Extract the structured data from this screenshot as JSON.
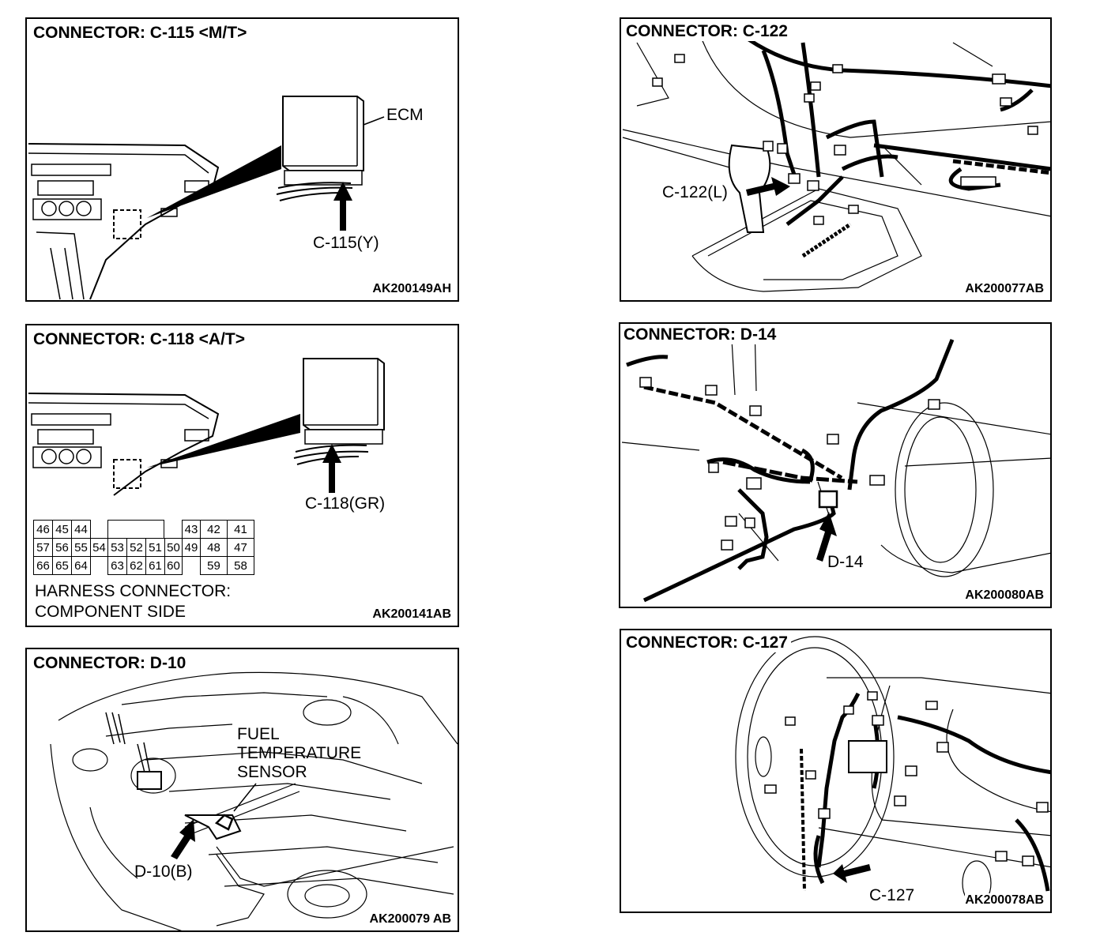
{
  "panels": {
    "c115": {
      "title": "CONNECTOR: C-115 <M/T>",
      "ecm_label": "ECM",
      "callout": "C-115(Y)",
      "code": "AK200149AH"
    },
    "c118": {
      "title": "CONNECTOR: C-118 <A/T>",
      "callout": "C-118(GR)",
      "harness_line1": "HARNESS CONNECTOR:",
      "harness_line2": "COMPONENT SIDE",
      "code": "AK200141AB",
      "pins_row1": [
        "46",
        "45",
        "44",
        "43",
        "42",
        "41"
      ],
      "pins_row2": [
        "57",
        "56",
        "55",
        "54",
        "53",
        "52",
        "51",
        "50",
        "49",
        "48",
        "47"
      ],
      "pins_row3": [
        "66",
        "65",
        "64",
        "63",
        "62",
        "61",
        "60",
        "59",
        "58"
      ]
    },
    "d10": {
      "title": "CONNECTOR: D-10",
      "sensor_line1": "FUEL",
      "sensor_line2": "TEMPERATURE",
      "sensor_line3": "SENSOR",
      "callout": "D-10(B)",
      "code": "AK200079 AB"
    },
    "c122": {
      "title": "CONNECTOR: C-122",
      "callout": "C-122(L)",
      "code": "AK200077AB"
    },
    "d14": {
      "title": "CONNECTOR: D-14",
      "callout": "D-14",
      "code": "AK200080AB"
    },
    "c127": {
      "title": "CONNECTOR: C-127",
      "callout": "C-127",
      "code": "AK200078AB"
    }
  }
}
